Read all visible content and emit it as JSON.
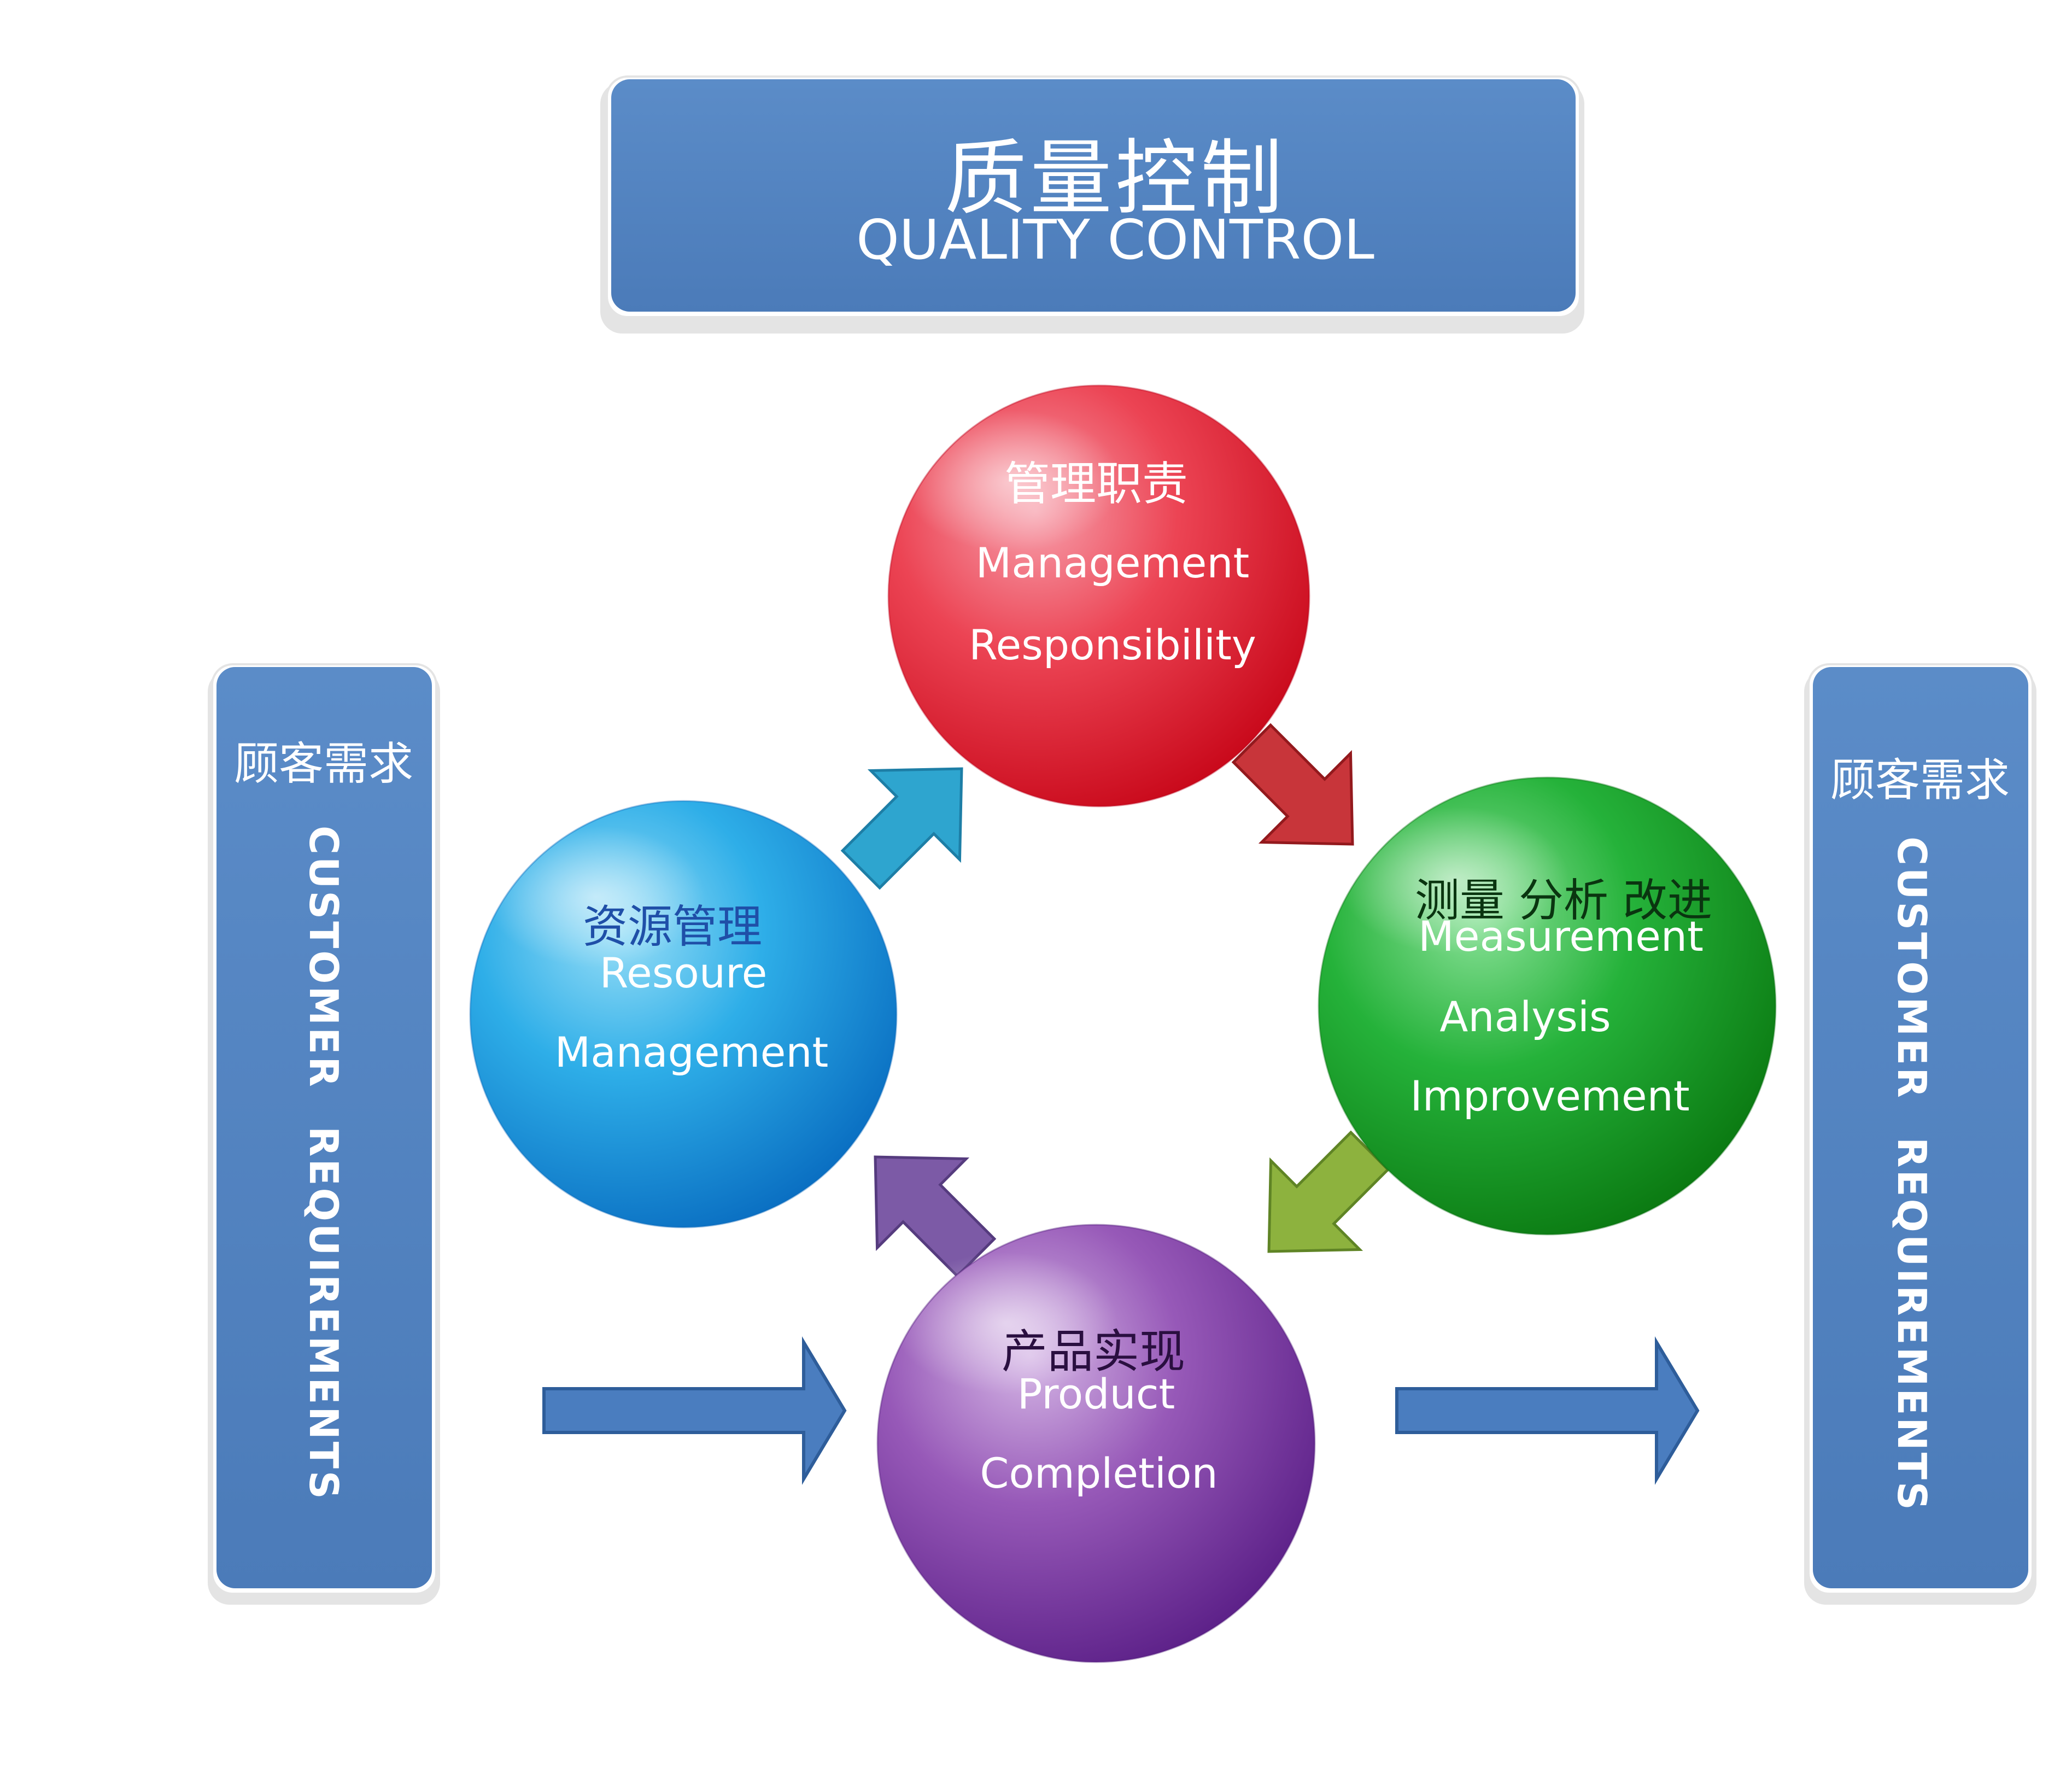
{
  "title": {
    "zh": "质量控制",
    "en": "QUALITY CONTROL"
  },
  "left_panel": {
    "zh": "顾客需求",
    "en_1": "CUSTOMER",
    "en_2": "REQUIREMENTS"
  },
  "right_panel": {
    "zh": "顾客需求",
    "en_1": "CUSTOMER",
    "en_2": "REQUIREMENTS"
  },
  "circles": {
    "management": {
      "zh": "管理职责",
      "en_1": "Management",
      "en_2": "Responsibility",
      "color": "#e8303f"
    },
    "resource": {
      "zh": "资源管理",
      "en_1": "Resoure",
      "en_2": "Management",
      "color": "#1fa6e5"
    },
    "measurement": {
      "zh": "测量 分析 改进",
      "en_1": "Measurement",
      "en_2": "Analysis",
      "en_3": "Improvement",
      "color": "#1fa82e"
    },
    "product": {
      "zh": "产品实现",
      "en_1": "Product",
      "en_2": "Completion",
      "color": "#8f4fb0"
    }
  },
  "colors": {
    "panel_blue": "#5181be",
    "arrow_blue": "#4a7dbf",
    "resource_label_zh": "#1f4fa8",
    "product_label_zh": "#2a0f40"
  },
  "icons": {
    "cycle_arrows": [
      "arrow-teal-up-right",
      "arrow-red-down-right",
      "arrow-green-down-left",
      "arrow-purple-up-left"
    ],
    "flow_arrows": [
      "arrow-blue-right",
      "arrow-blue-right"
    ]
  }
}
